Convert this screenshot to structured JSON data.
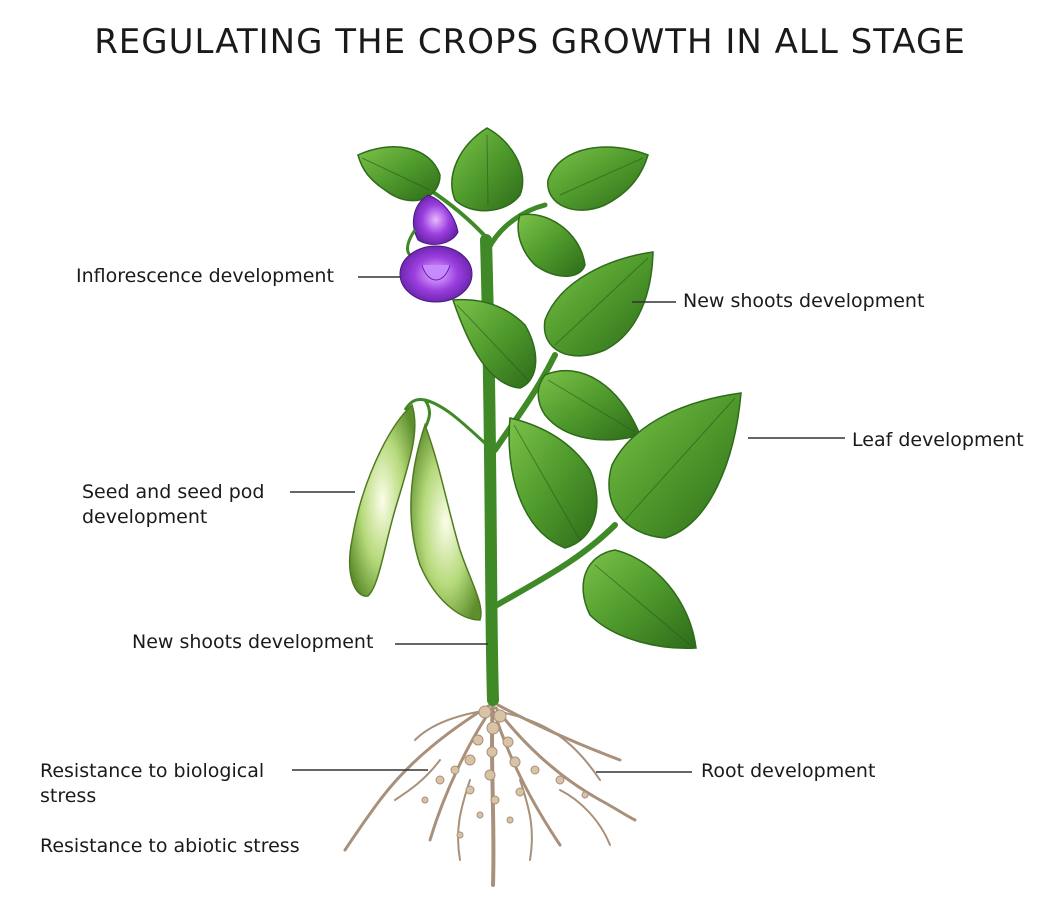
{
  "title": "REGULATING THE CROPS GROWTH IN ALL STAGE",
  "labels": {
    "inflorescence": "Inflorescence development",
    "new_shoots_top": "New shoots development",
    "leaf": "Leaf development",
    "seed_pod_line1": "Seed and seed pod",
    "seed_pod_line2": "development",
    "new_shoots_bottom": "New shoots development",
    "biological_line1": "Resistance to biological",
    "biological_line2": "stress",
    "abiotic": "Resistance to abiotic stress",
    "root": "Root development"
  },
  "colors": {
    "leaf_dark": "#2e6b1a",
    "leaf_mid": "#4f9a2c",
    "leaf_light": "#7cc24a",
    "stem": "#3f8a26",
    "flower": "#8a2fd6",
    "pod": "#bfe08a",
    "root": "#a9907a",
    "leader_line": "#333333"
  }
}
